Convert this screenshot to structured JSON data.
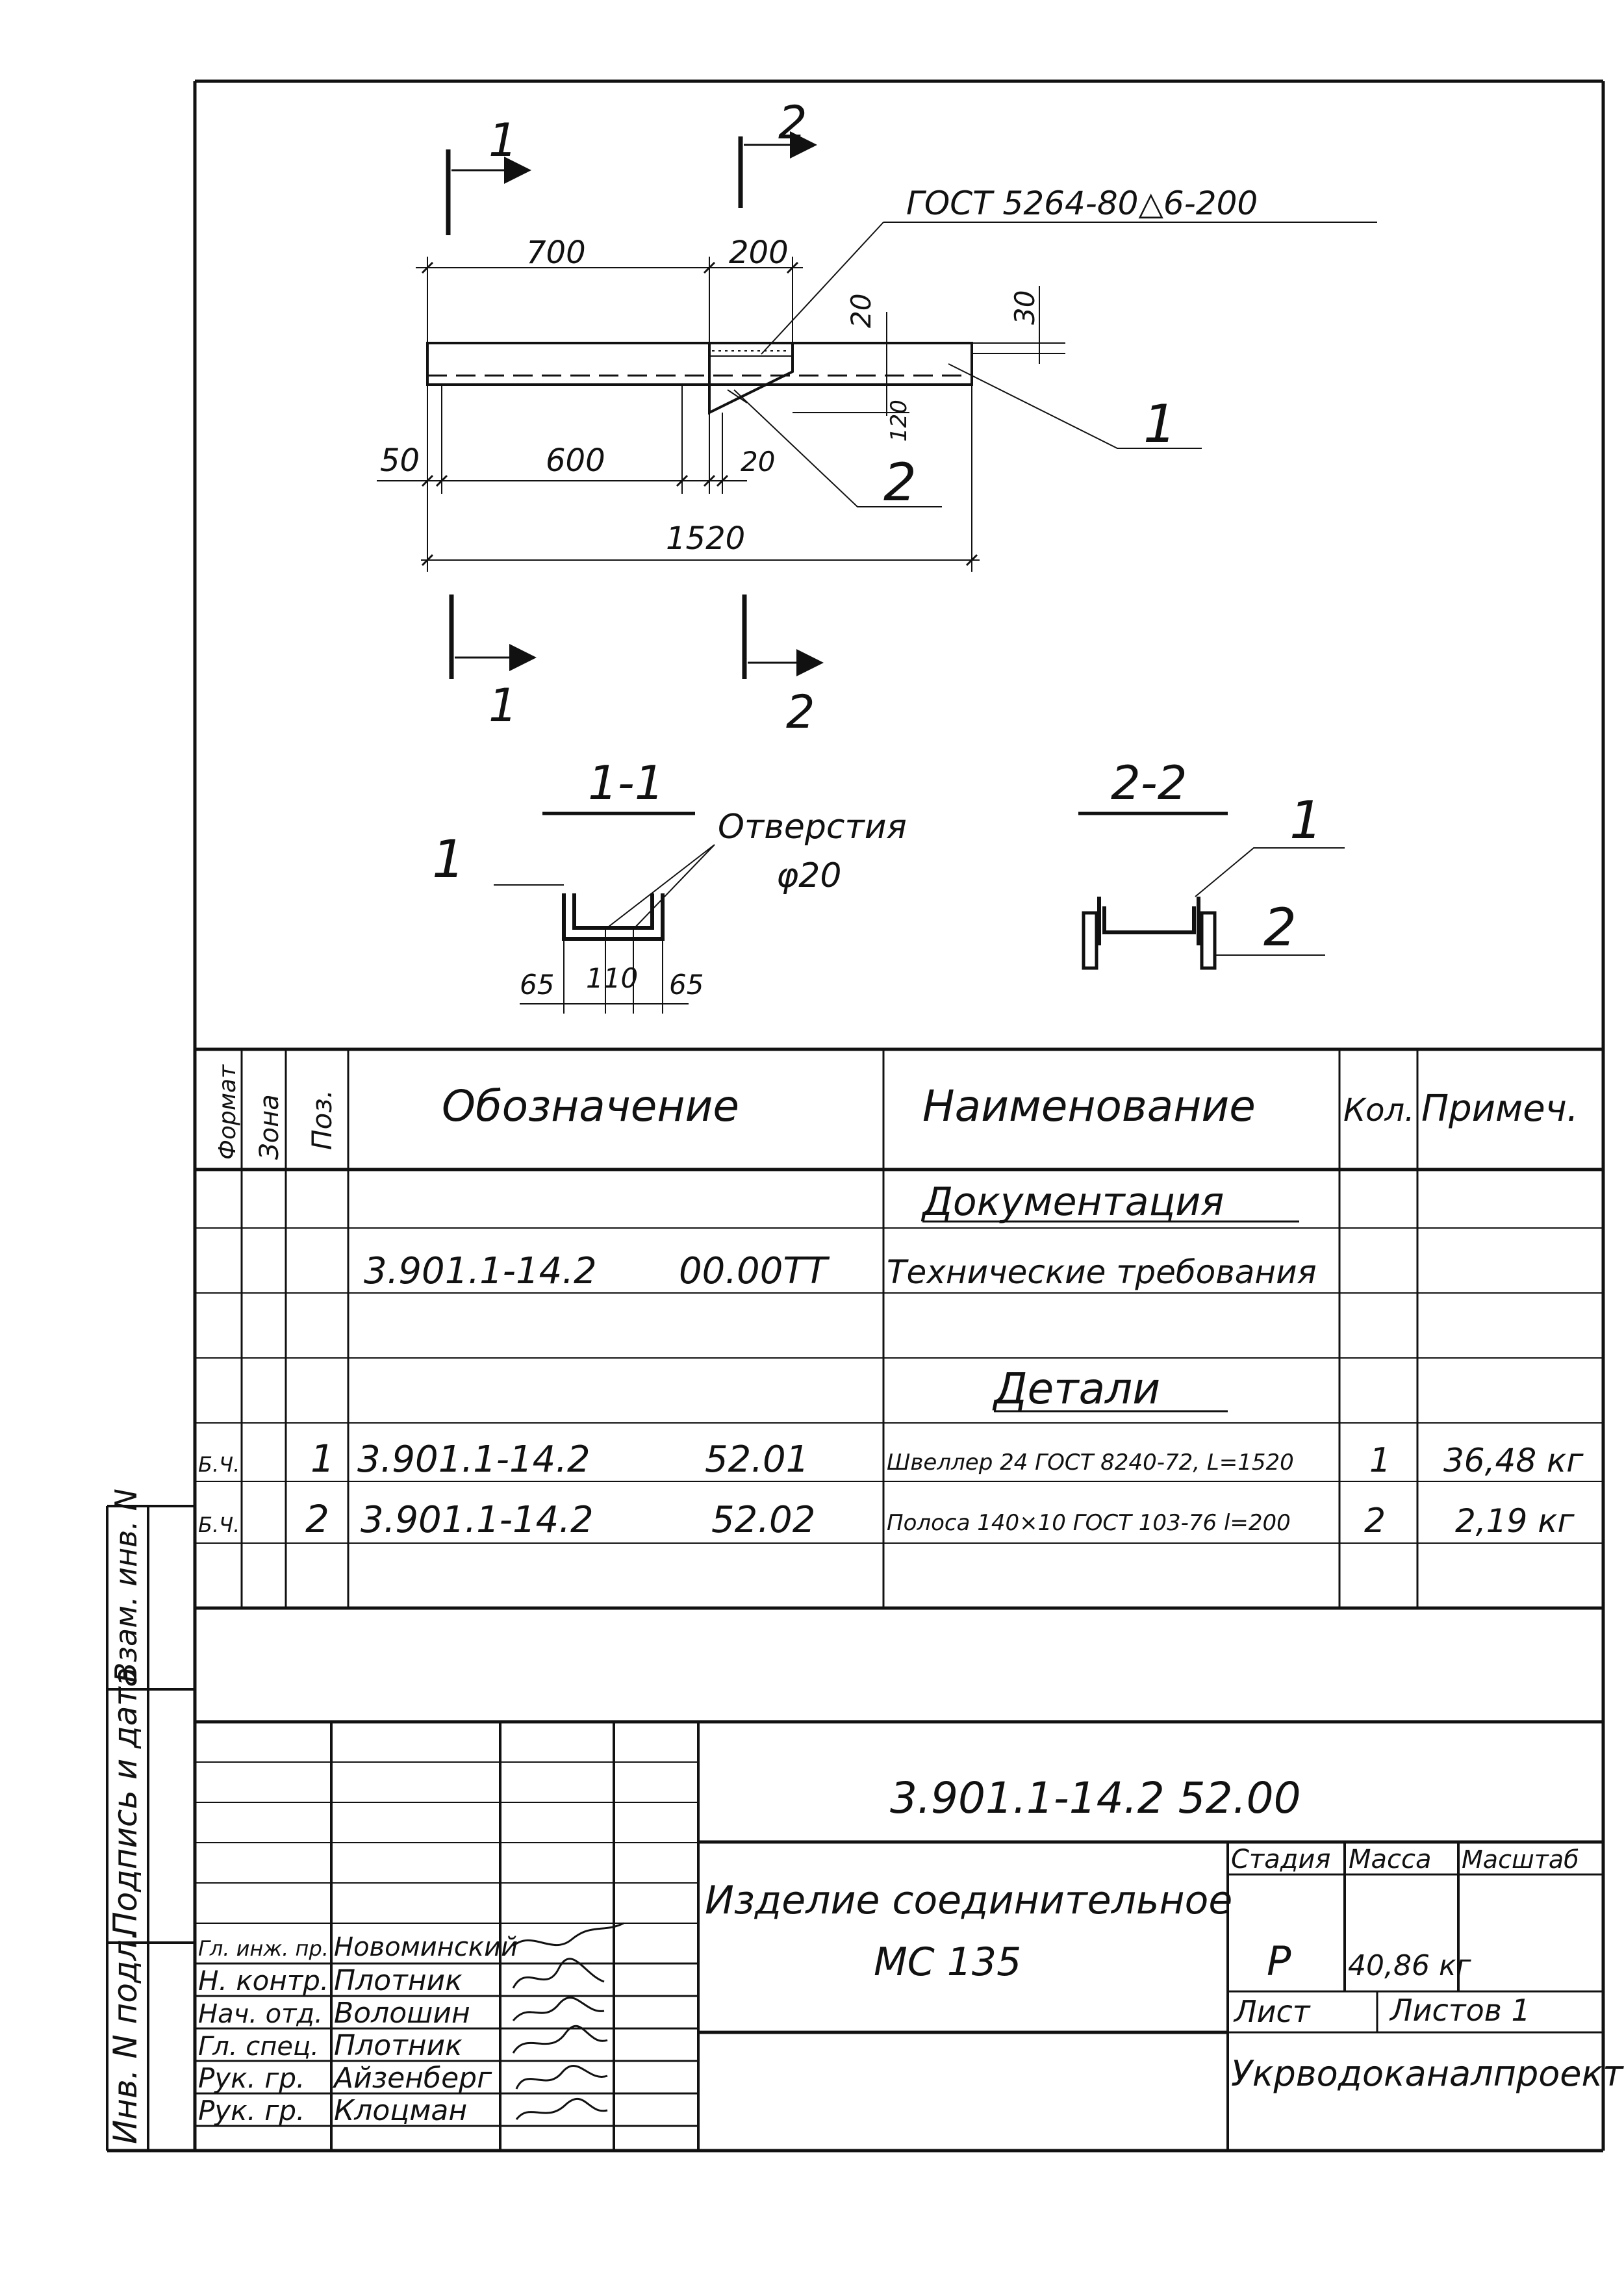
{
  "drawing": {
    "cut_marks": {
      "cut1": "1",
      "cut2": "2"
    },
    "weld_note": "ГОСТ 5264-80△6-200",
    "dims": {
      "top_700": "700",
      "top_200": "200",
      "right_20": "20",
      "right_30": "30",
      "right_120": "120",
      "bot_50": "50",
      "bot_600": "600",
      "bot_20": "20",
      "total_1520": "1520"
    },
    "leaders": {
      "pos1": "1",
      "pos2": "2"
    }
  },
  "sections": {
    "s1": {
      "title": "1-1",
      "pos": "1",
      "note_line1": "Отверстия",
      "note_line2": "φ20",
      "dims": [
        "65",
        "110",
        "65"
      ]
    },
    "s2": {
      "title": "2-2",
      "pos1": "1",
      "pos2": "2"
    }
  },
  "spec": {
    "headers": {
      "format": "Формат",
      "zone": "Зона",
      "pos": "Поз.",
      "designation": "Обозначение",
      "name": "Наименование",
      "qty": "Кол.",
      "note": "Примеч."
    },
    "section_docs": "Документация",
    "doc_row": {
      "designation": "3.901.1-14.2",
      "code": "00.00ТТ",
      "name": "Технические требования"
    },
    "section_parts": "Детали",
    "rows": [
      {
        "format": "Б.Ч.",
        "pos": "1",
        "designation": "3.901.1-14.2",
        "code": "52.01",
        "name": "Швеллер 24 ГОСТ 8240-72, L=1520",
        "qty": "1",
        "note": "36,48 кг"
      },
      {
        "format": "Б.Ч.",
        "pos": "2",
        "designation": "3.901.1-14.2",
        "code": "52.02",
        "name": "Полоса 140×10 ГОСТ 103-76 l=200",
        "qty": "2",
        "note": "2,19 кг"
      }
    ]
  },
  "side_stamp": [
    "Инв. N подл.",
    "Подпись и дата",
    "Взам. инв. N"
  ],
  "title_block": {
    "doc_code": "3.901.1-14.2   52.00",
    "title_line1": "Изделие соединительное",
    "title_line2": "МС 135",
    "labels": {
      "stage": "Стадия",
      "mass": "Масса",
      "scale": "Масштаб",
      "sheet": "Лист",
      "sheets": "Листов 1"
    },
    "values": {
      "stage": "Р",
      "mass": "40,86 кг"
    },
    "org": "Укрводоканалпроект",
    "signatures": [
      {
        "role": "Гл. инж. пр.",
        "name": "Новоминский"
      },
      {
        "role": "Н. контр.",
        "name": "Плотник"
      },
      {
        "role": "Нач. отд.",
        "name": "Волошин"
      },
      {
        "role": "Гл. спец.",
        "name": "Плотник"
      },
      {
        "role": "Рук. гр.",
        "name": "Айзенберг"
      },
      {
        "role": "Рук. гр.",
        "name": "Клоцман"
      }
    ]
  }
}
